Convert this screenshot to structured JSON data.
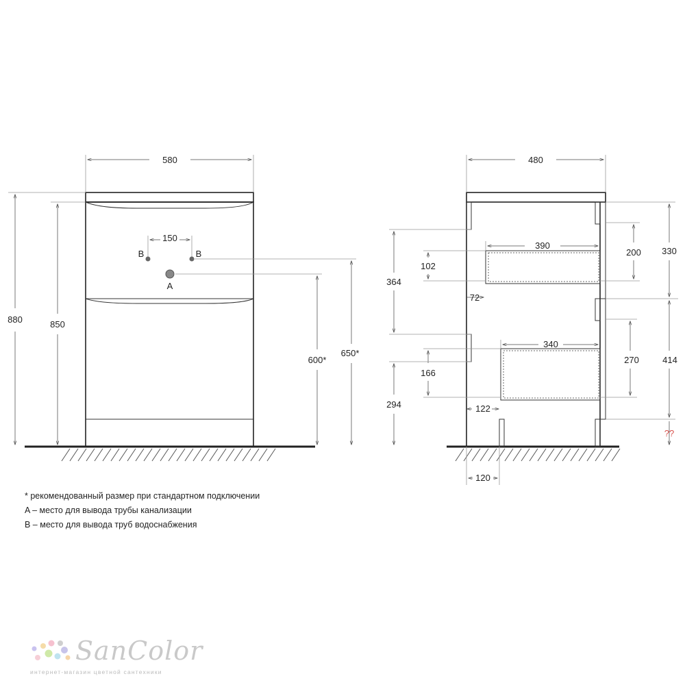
{
  "front_view": {
    "width_label": "580",
    "tap_spacing_label": "150",
    "tap_left_label": "B",
    "tap_right_label": "B",
    "drain_label": "A",
    "total_height_label": "880",
    "body_height_label": "850",
    "drain_height_label": "600*",
    "tap_height_label": "650*"
  },
  "side_view": {
    "depth_label": "480",
    "upper_drawer_width_label": "390",
    "upper_drawer_inner_height_label": "200",
    "upper_front_height_label": "330",
    "upper_cutout_label": "364",
    "upper_drawer_height_label": "102",
    "upper_offset_label": "72",
    "lower_drawer_width_label": "340",
    "lower_drawer_inner_height_label": "270",
    "lower_front_height_label": "414",
    "lower_drawer_height_label": "166",
    "lower_cutout_label": "294",
    "lower_offset_label": "122",
    "plinth_label": "??",
    "plinth_depth_label": "120"
  },
  "notes": [
    "* рекомендованный размер при стандартном подключении",
    "A – место для вывода трубы канализации",
    "B – место для вывода труб водоснабжения"
  ],
  "logo": {
    "name": "SanColor",
    "tagline": "интернет-магазин цветной сантехники"
  },
  "colors": {
    "line": "#222222",
    "dimension": "#777777",
    "question_mark": "#d9534f",
    "logo_text": "#c9c9c9"
  }
}
